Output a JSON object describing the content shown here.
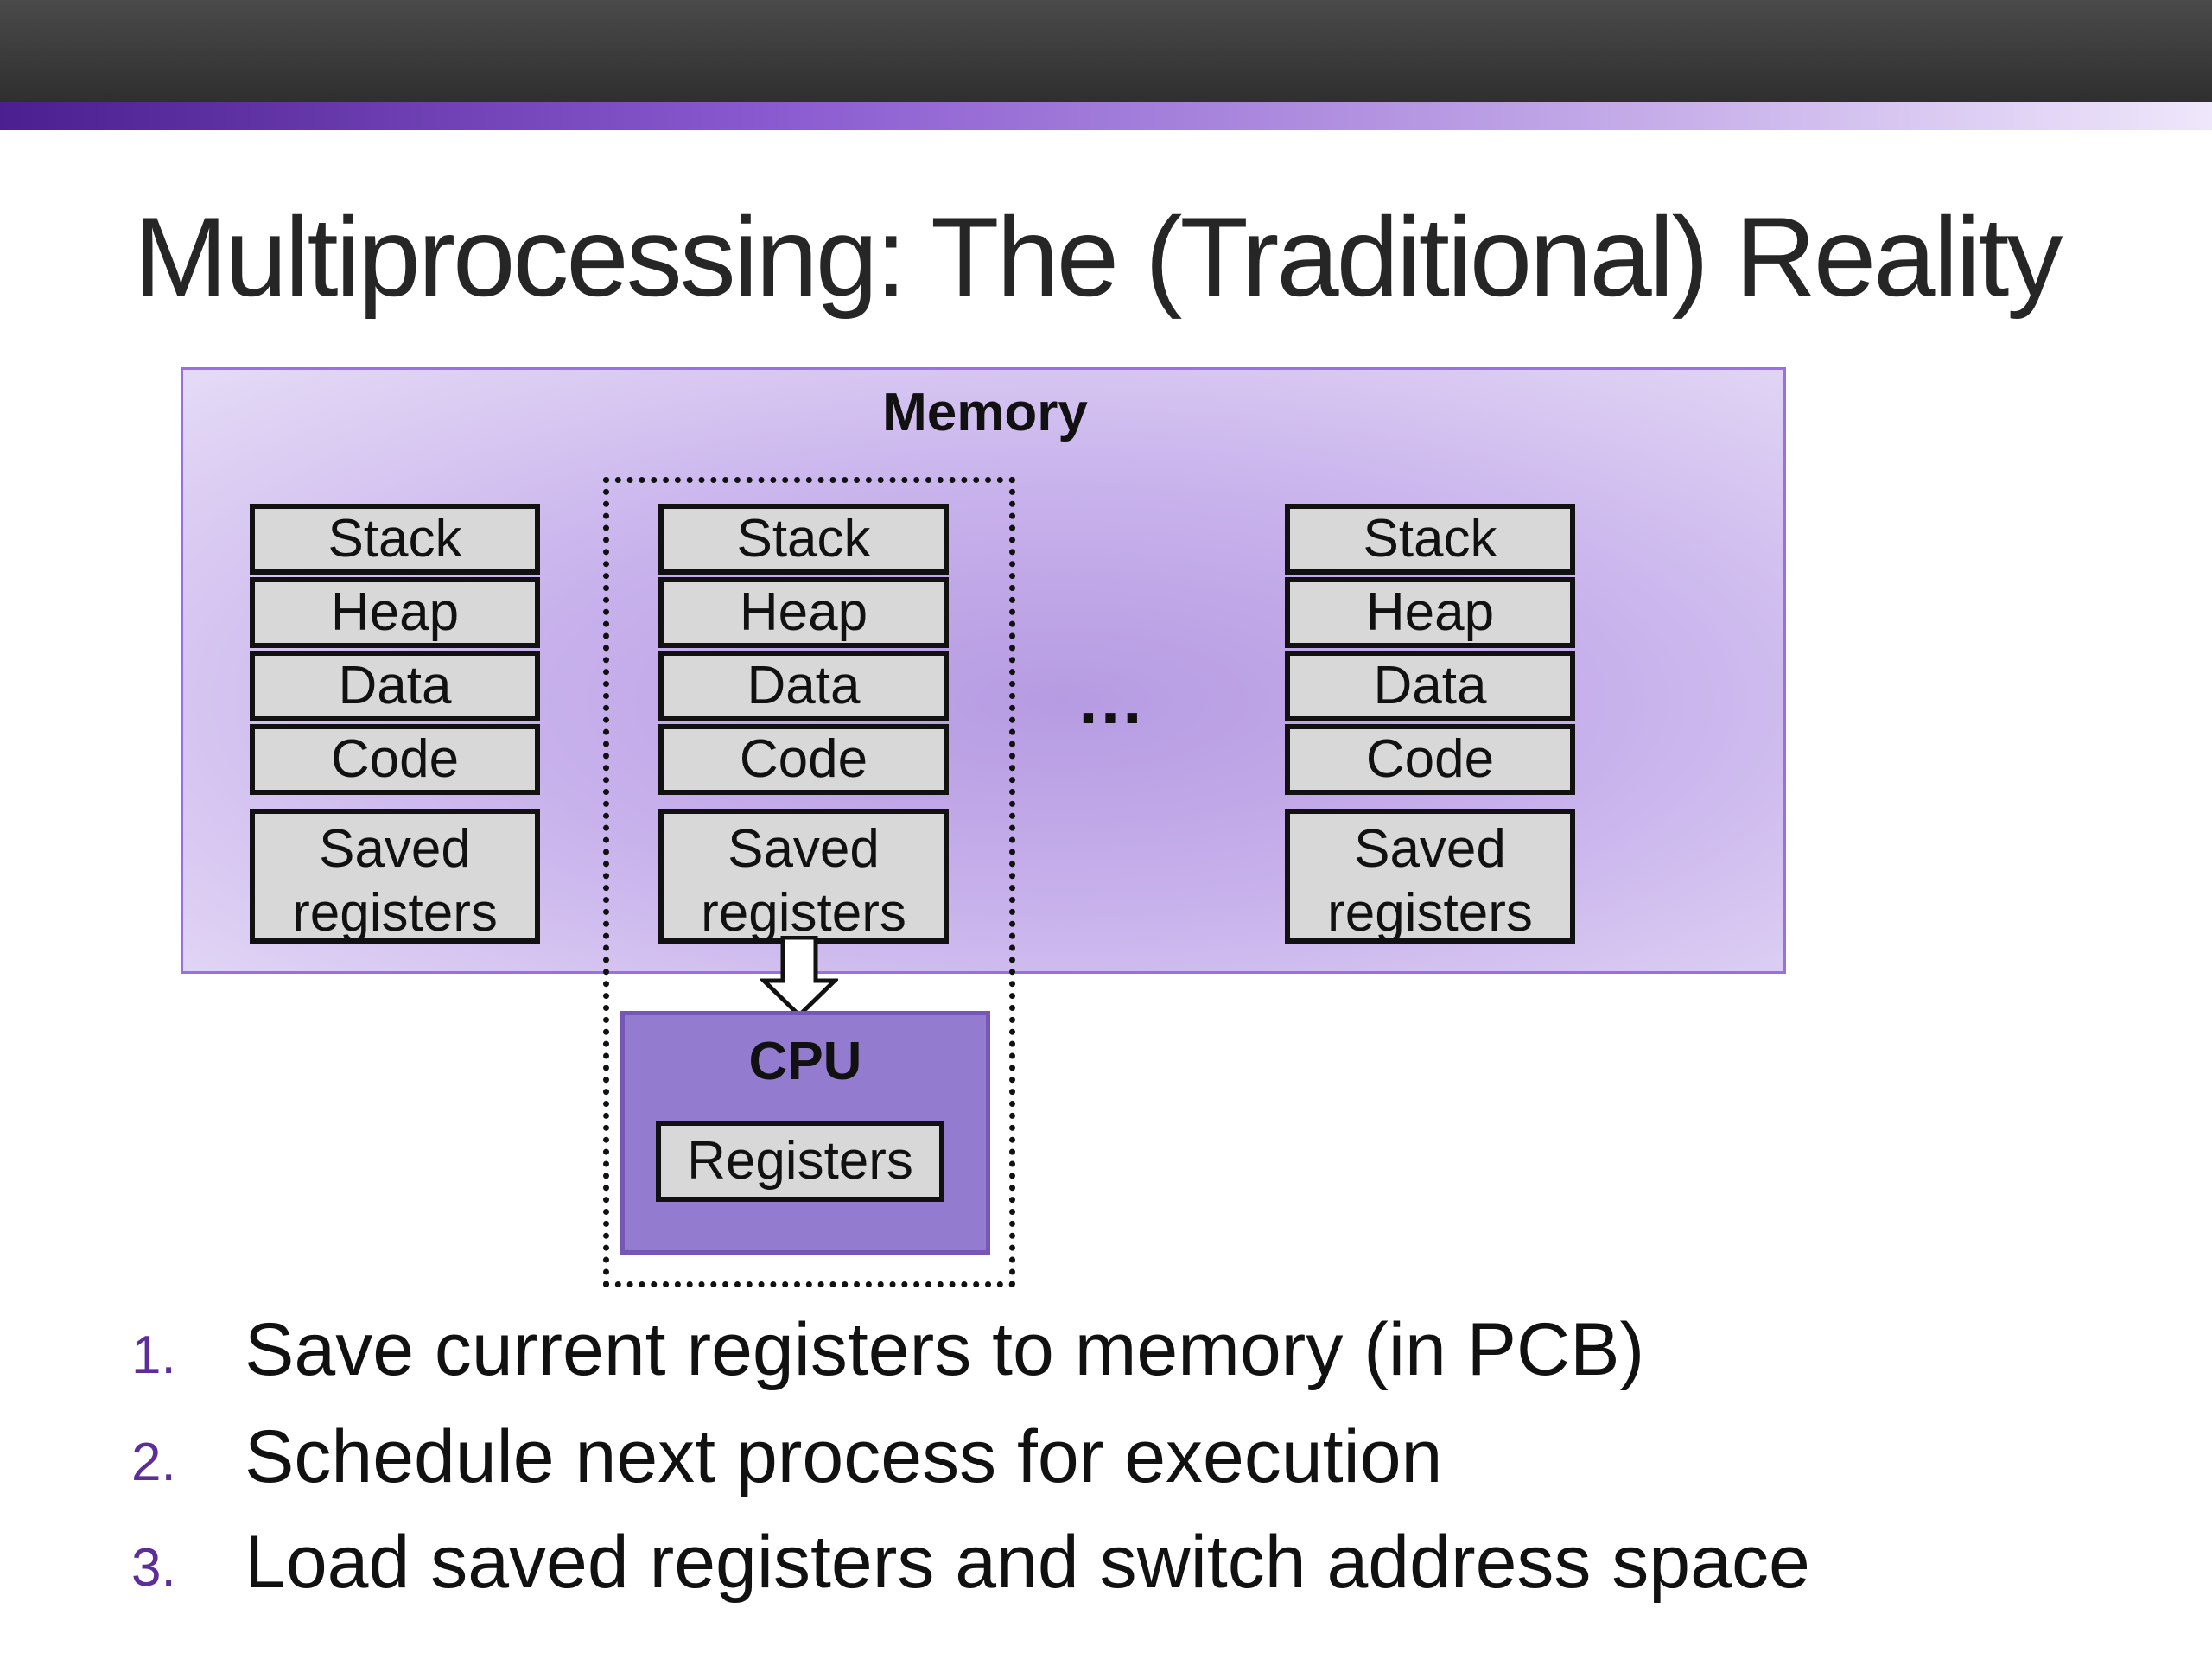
{
  "title": "Multiprocessing: The (Traditional) Reality",
  "memory_label": "Memory",
  "processes": [
    {
      "segments": [
        "Stack",
        "Heap",
        "Data",
        "Code"
      ],
      "saved_line1": "Saved",
      "saved_line2": "registers"
    },
    {
      "segments": [
        "Stack",
        "Heap",
        "Data",
        "Code"
      ],
      "saved_line1": "Saved",
      "saved_line2": "registers"
    },
    {
      "segments": [
        "Stack",
        "Heap",
        "Data",
        "Code"
      ],
      "saved_line1": "Saved",
      "saved_line2": "registers"
    }
  ],
  "ellipsis": "…",
  "cpu": {
    "label": "CPU",
    "registers": "Registers"
  },
  "steps": [
    {
      "num": "1.",
      "text": "Save current registers to memory (in PCB)"
    },
    {
      "num": "2.",
      "text": "Schedule next process for execution"
    },
    {
      "num": "3.",
      "text": "Load saved registers and switch address space"
    }
  ],
  "colors": {
    "accent": "#5b2e9a",
    "memory_fill": "#c8b2ec",
    "cpu_fill": "#937ccf",
    "segment_fill": "#d8d8d8"
  }
}
